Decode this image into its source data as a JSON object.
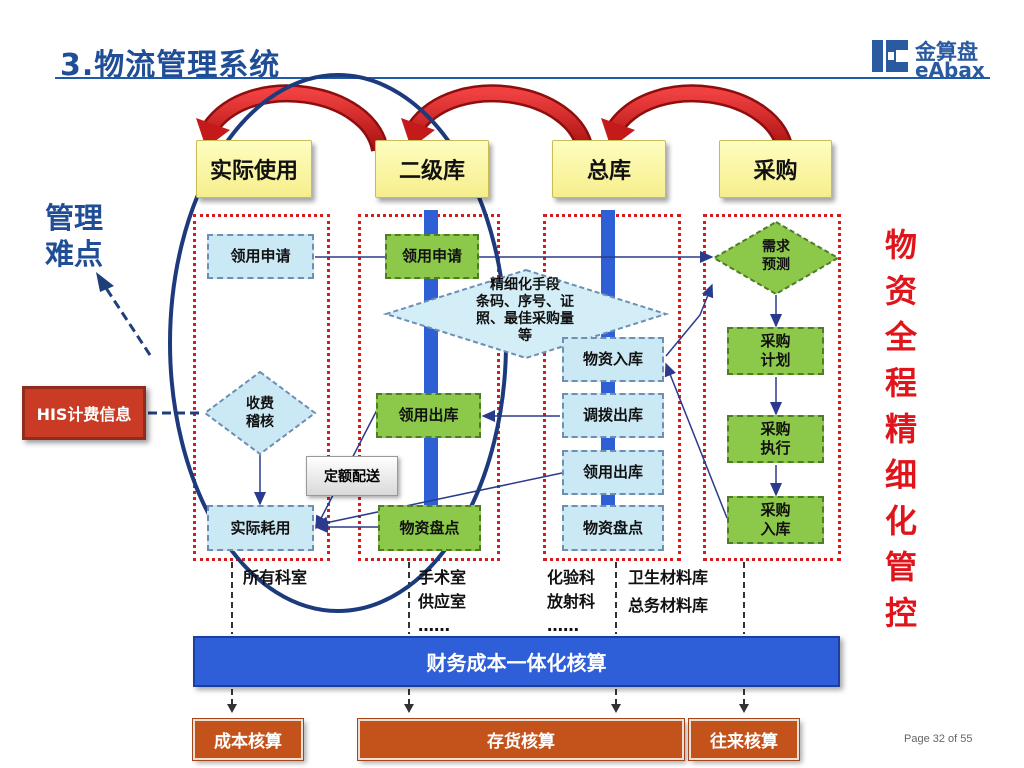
{
  "title": "3.物流管理系统",
  "logo": {
    "cn": "金算盘",
    "en": "eAbax",
    "icon": "abacus-logo-icon"
  },
  "columns": {
    "actual_use": "实际使用",
    "secondary_store": "二级库",
    "main_store": "总库",
    "purchase": "采购"
  },
  "difficulty_label": {
    "line1": "管理",
    "line2": "难点"
  },
  "his": "HIS计费信息",
  "col1": {
    "apply": "领用申请",
    "fee_check_line1": "收费",
    "fee_check_line2": "稽核",
    "actual_consume": "实际耗用"
  },
  "col2": {
    "apply": "领用申请",
    "issue": "领用出库",
    "inventory": "物资盘点"
  },
  "fine_means": {
    "line1": "精细化手段",
    "line2": "条码、序号、证",
    "line3": "照、最佳采购量",
    "line4": "等"
  },
  "quota_delivery": "定额配送",
  "col3": {
    "inbound": "物资入库",
    "transfer_out": "调拨出库",
    "issue": "领用出库",
    "inventory": "物资盘点"
  },
  "col4": {
    "forecast_line1": "需求",
    "forecast_line2": "预测",
    "plan_line1": "采购",
    "plan_line2": "计划",
    "execute_line1": "采购",
    "execute_line2": "执行",
    "inbound_line1": "采购",
    "inbound_line2": "入库"
  },
  "vertical_label": [
    "物",
    "资",
    "全",
    "程",
    "精",
    "细",
    "化",
    "管",
    "控"
  ],
  "departments": {
    "all": "所有科室",
    "surgery_line1": "手术室",
    "surgery_line2": "供应室",
    "surgery_line3": "……",
    "lab_line1": "化验科",
    "lab_line2": "放射科",
    "lab_line3": "……",
    "store_line1": "卫生材料库",
    "store_line2": "总务材料库"
  },
  "finance": "财务成本一体化核算",
  "bottom": {
    "cost": "成本核算",
    "stock": "存货核算",
    "account": "往来核算"
  },
  "page": "Page 32 of 55",
  "colors": {
    "title_blue": "#1f4e96",
    "header_yellow": "#f8f19a",
    "box_blue": "#cbe9f5",
    "box_green": "#8cc84a",
    "red": "#e0141b",
    "finance_blue": "#2f5fd8",
    "bottom_orange": "#c4521b"
  }
}
